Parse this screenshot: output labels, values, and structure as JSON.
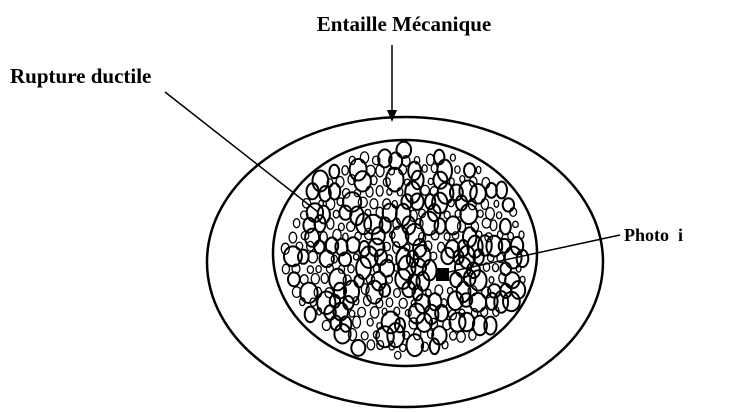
{
  "diagram": {
    "labels": {
      "notch": "Entaille Mécanique",
      "rupture": "Rupture ductile",
      "photo": "Photo  i"
    },
    "colors": {
      "line": "#000000",
      "background": "#ffffff"
    }
  }
}
